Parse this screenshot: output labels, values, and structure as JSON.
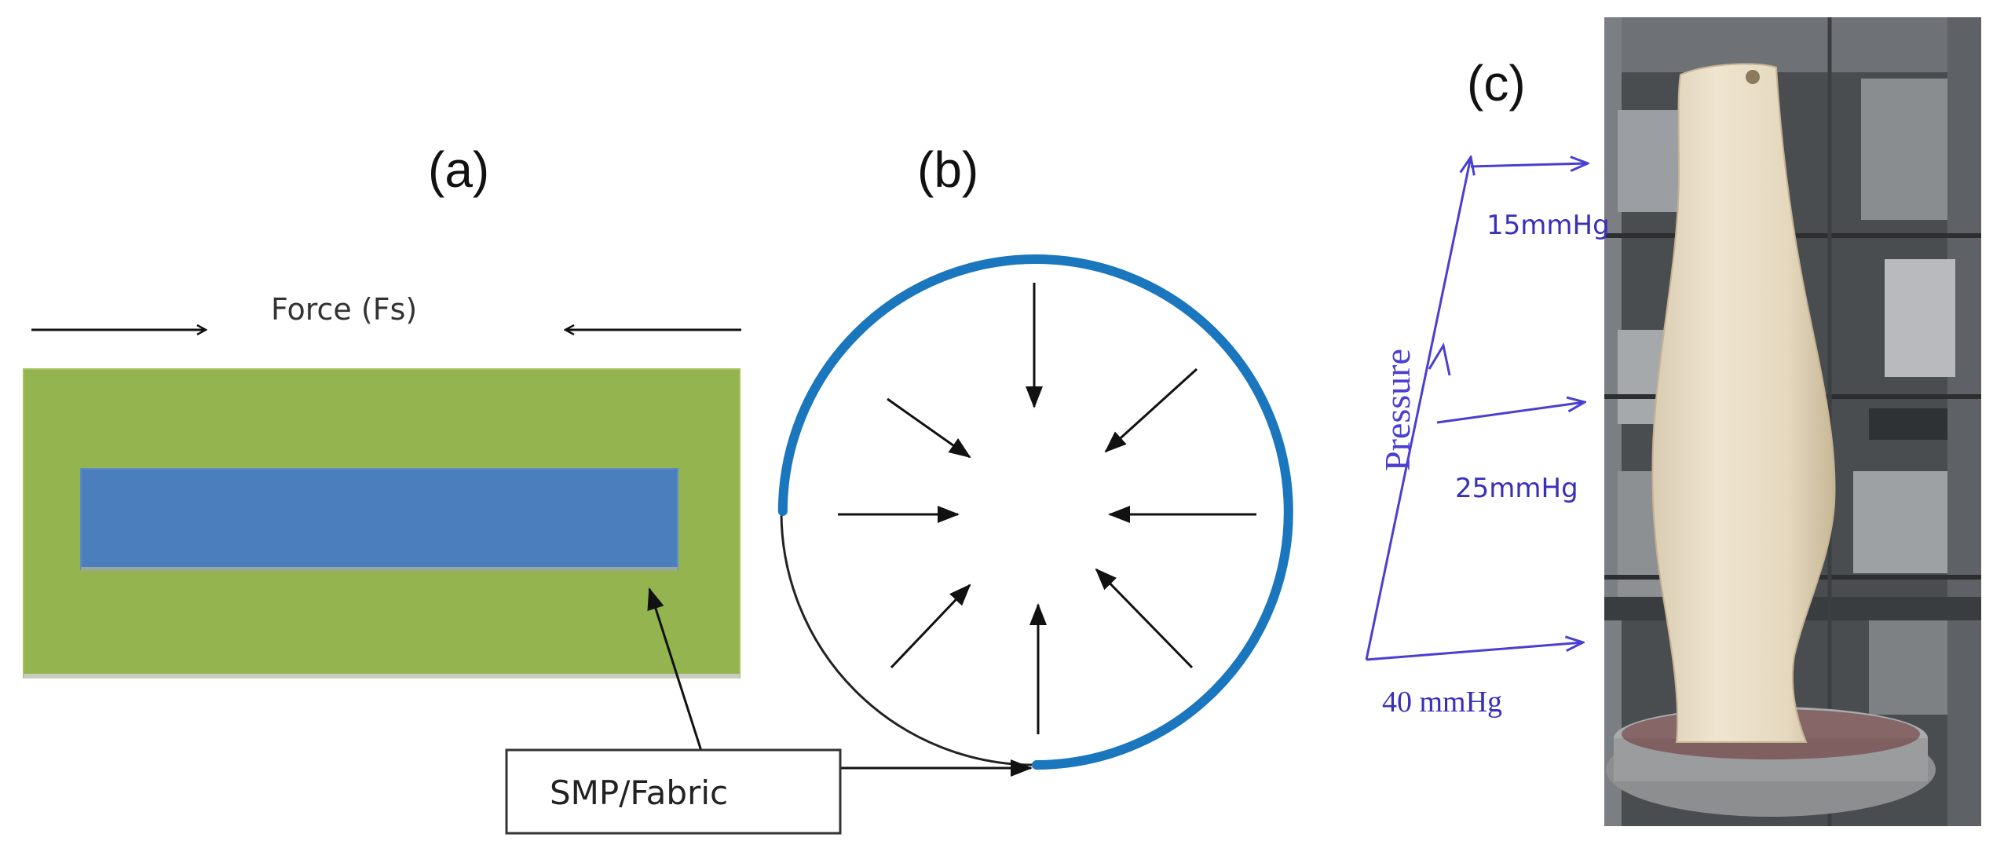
{
  "panels": {
    "a": {
      "label": "(a)",
      "force_label": "Force (Fs)",
      "colors": {
        "outer": "#93b44e",
        "inner": "#4b7ebd"
      }
    },
    "b": {
      "label": "(b)",
      "colors": {
        "ring": "#1a76bd"
      }
    },
    "c": {
      "label": "(c)",
      "pressure_title": "Pressure",
      "levels": [
        "15mmHg",
        "25mmHg",
        "40 mmHg"
      ],
      "colors": {
        "annotation": "#4a3fd0",
        "leg": "#e8dcc4"
      }
    }
  },
  "callout": {
    "text": "SMP/Fabric"
  }
}
